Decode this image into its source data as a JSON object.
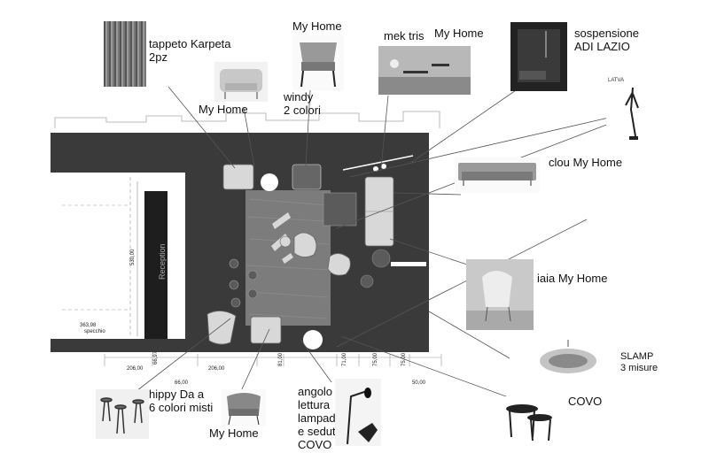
{
  "labels": {
    "tappeto": "tappeto Karpeta\n2pz",
    "myhome_windy_top": "My Home",
    "mek": "mek tris",
    "myhome_mek": "My Home",
    "sospensione": "sospensione\nADI LAZIO",
    "armchair_myhome": "My Home",
    "windy": "windy\n2 colori",
    "clou": "clou My Home",
    "iaia": "iaia My Home",
    "slamp": "SLAMP\n3 misure",
    "covo": "COVO",
    "hippy": "hippy Da a\n6 colori misti",
    "armchair_bottom": "My Home",
    "angolo": "angolo\nlettura\nlampada\ne seduta\nCOVO"
  },
  "plan": {
    "reception": "Reception",
    "specchio": "specchio",
    "dims": [
      "363,98",
      "530,00",
      "206,00",
      "206,00",
      "66,97",
      "66,00",
      "81,00",
      "71,00",
      "75,00",
      "75,00",
      "50,00"
    ],
    "latva": "LATVA"
  },
  "colors": {
    "floor": "#3a3a3a",
    "wall": "#1e1e1e",
    "rug": "#7c7c7c",
    "furniture": "#d8d8d8",
    "leader": "#666666"
  }
}
